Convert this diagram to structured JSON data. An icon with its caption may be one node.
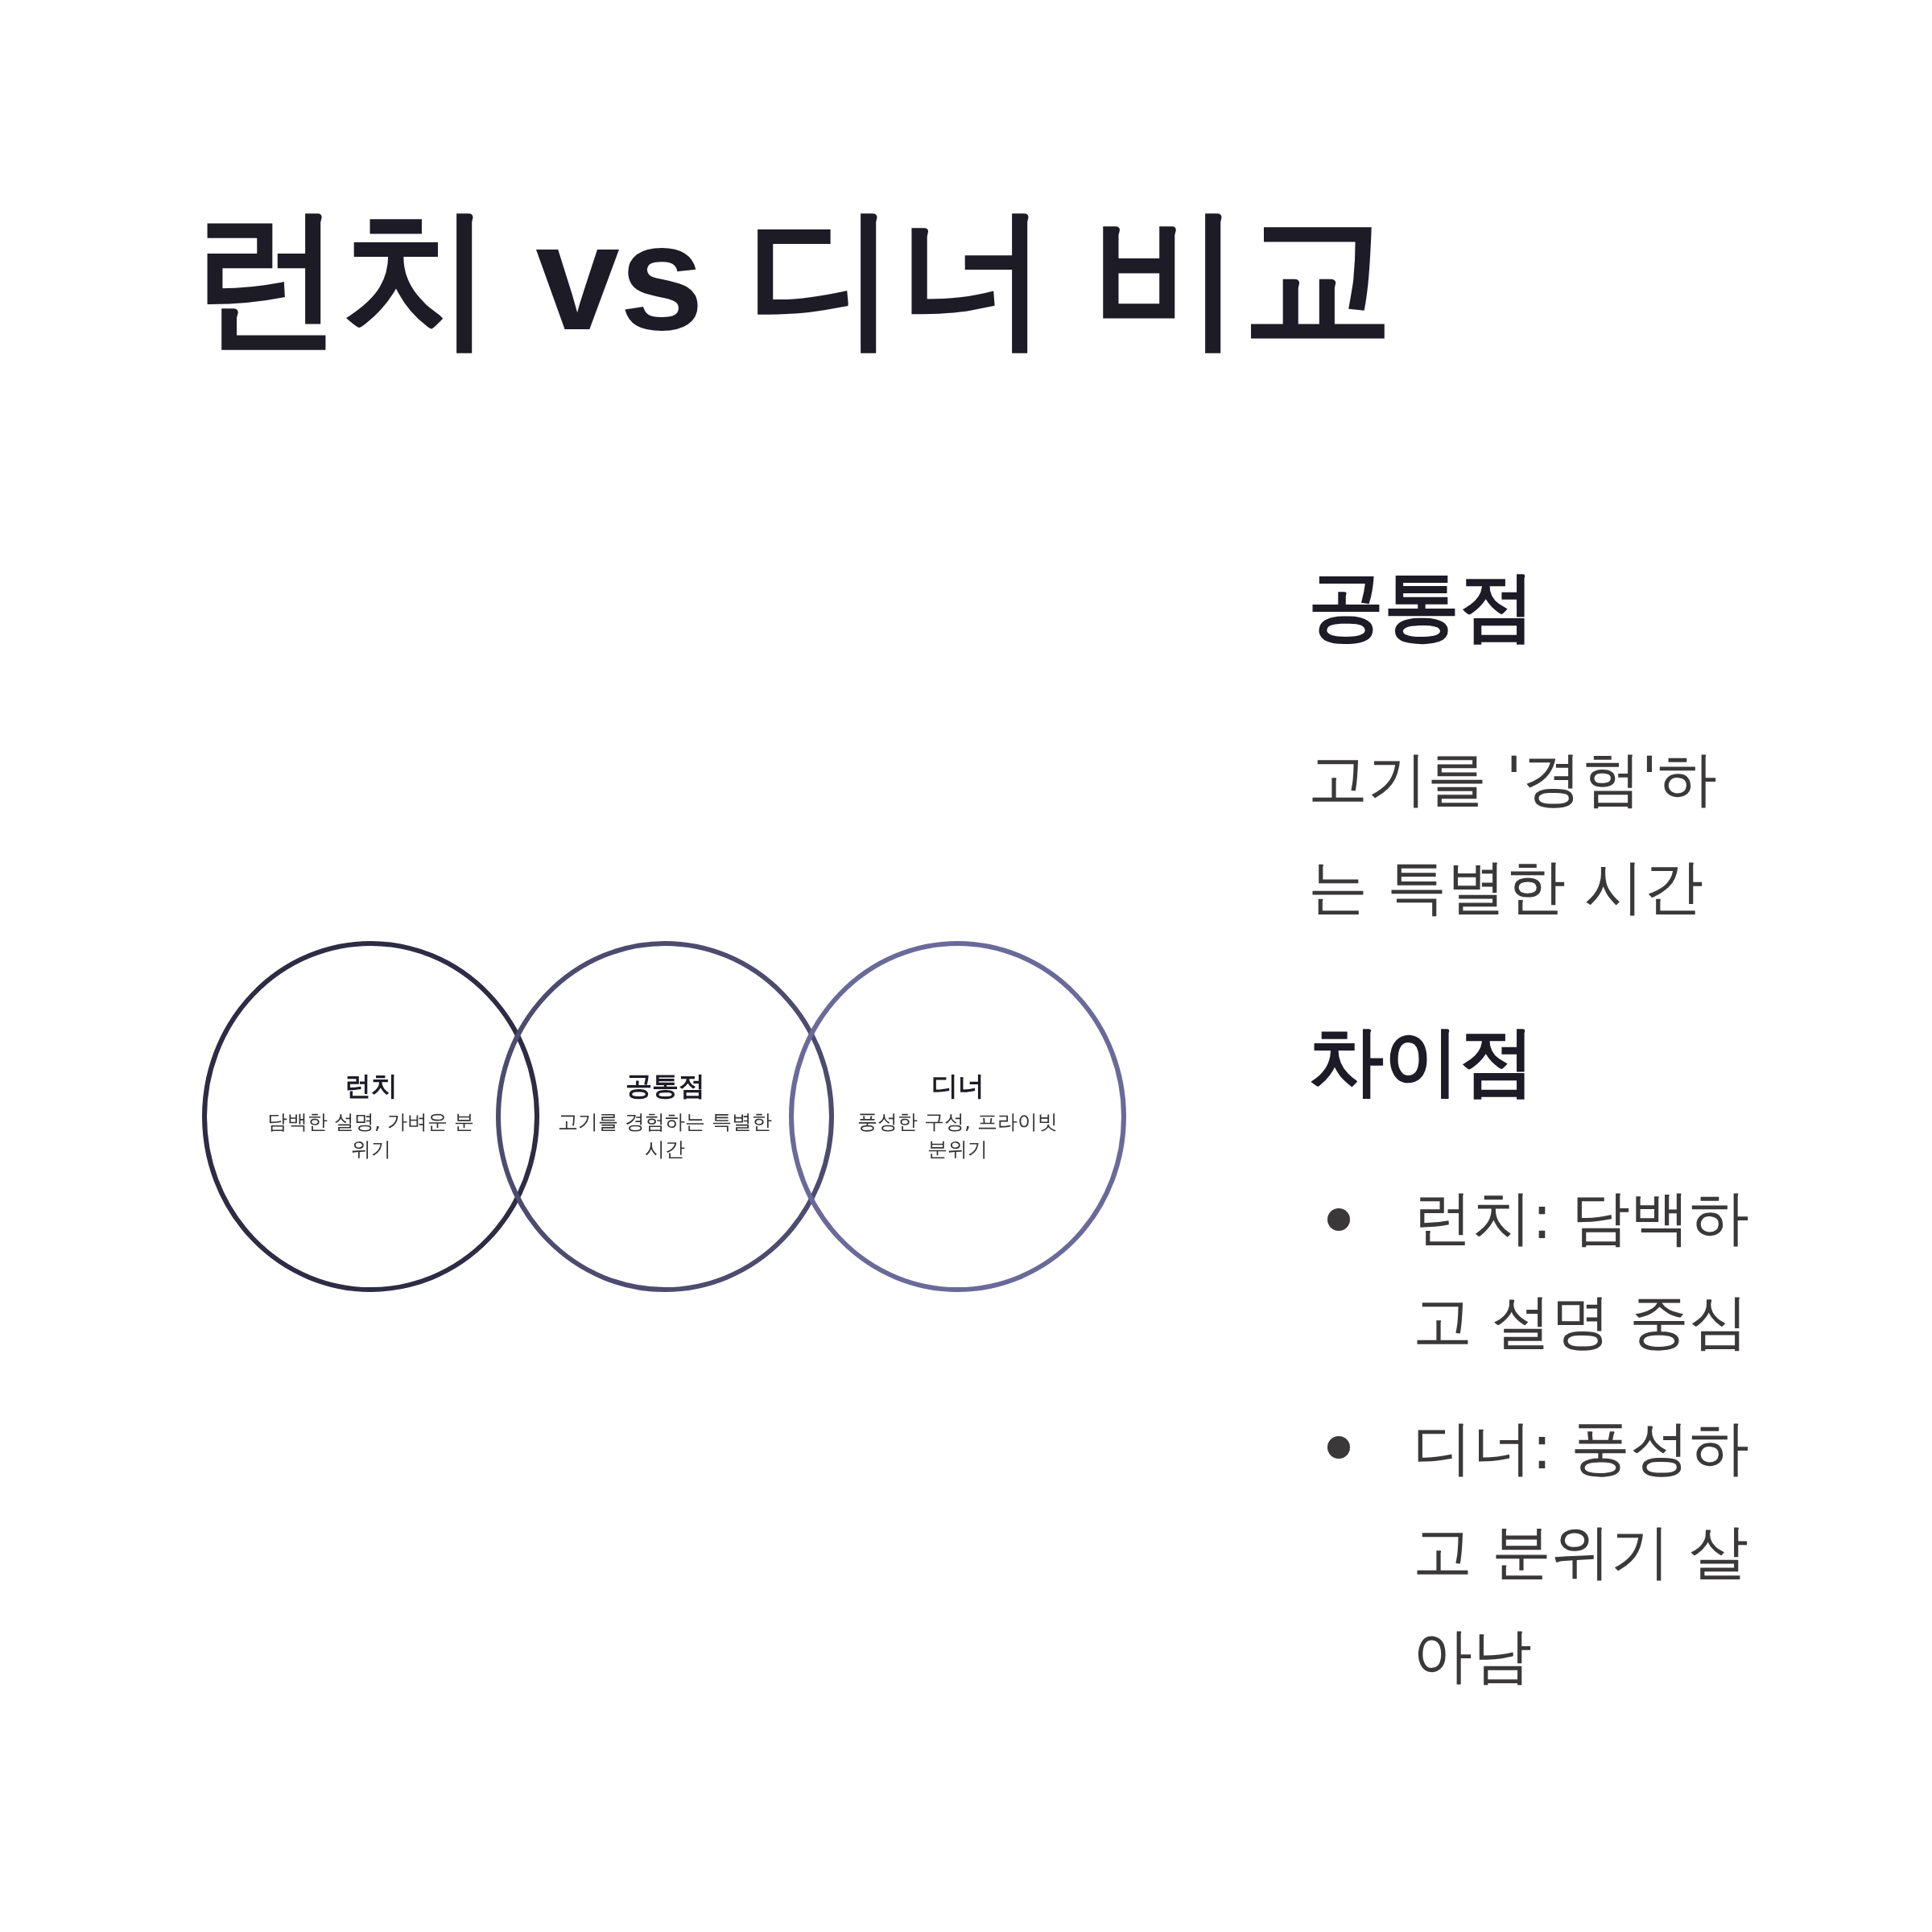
{
  "diagram": {
    "title": "런치 vs 디너 비교",
    "nodes": [
      {
        "text": [
          "런치",
          "담백한 설명, 가벼운 분위기"
        ]
      },
      {
        "text": [
          "공통점",
          "고기를 경험하는 특별한 시간"
        ]
      },
      {
        "text": [
          "디너",
          "풍성한 구성, 프라이빗 분위기"
        ]
      }
    ],
    "labels": [
      "공통점",
      "고기를 '경험'하는 특별한 시간",
      "차이점",
      "런치: 담백하고 설명 중심",
      "디너: 풍성하고 분위기 살아남"
    ]
  }
}
